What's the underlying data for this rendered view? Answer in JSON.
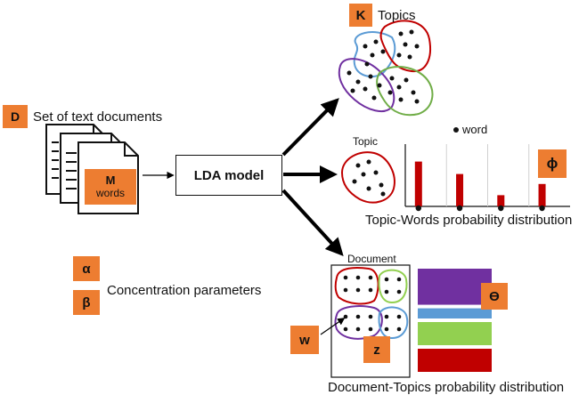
{
  "colors": {
    "badge": "#ED7D31",
    "bar": "#C00000",
    "topic_red": "#C00000",
    "topic_blue": "#5B9BD5",
    "topic_purple": "#7030A0",
    "topic_green": "#70AD47",
    "arrow": "#000000"
  },
  "badges": {
    "K": "K",
    "D": "D",
    "M": "M",
    "words": "words",
    "phi": "ϕ",
    "alpha": "α",
    "beta": "β",
    "theta": "ϴ",
    "w": "w",
    "z": "z"
  },
  "labels": {
    "topics": "Topics",
    "documents": "Set of text documents",
    "lda_model": "LDA model",
    "topic": "Topic",
    "word_legend": "word",
    "topic_words_dist": "Topic-Words probability distribution",
    "concentration": "Concentration parameters",
    "document": "Document",
    "doc_topics_dist": "Document-Topics probability distribution"
  },
  "chart_data": [
    {
      "type": "bar",
      "categories": [
        "",
        "",
        "",
        ""
      ],
      "values": [
        0.72,
        0.52,
        0.18,
        0.36
      ],
      "title": "Topic-Words probability distribution",
      "xlabel": "",
      "ylabel": "",
      "ylim": [
        0,
        1
      ],
      "grid": true
    },
    {
      "type": "bar",
      "orientation": "stacked-horizontal",
      "categories": [
        "",
        "",
        "",
        ""
      ],
      "series": [
        {
          "values": [
            0.39,
            0.11,
            0.25,
            0.25
          ],
          "colors": [
            "#7030A0",
            "#5B9BD5",
            "#92D050",
            "#C00000"
          ]
        }
      ],
      "title": "Document-Topics probability distribution",
      "xlabel": "",
      "ylabel": "",
      "ylim": [
        0,
        1
      ]
    }
  ]
}
